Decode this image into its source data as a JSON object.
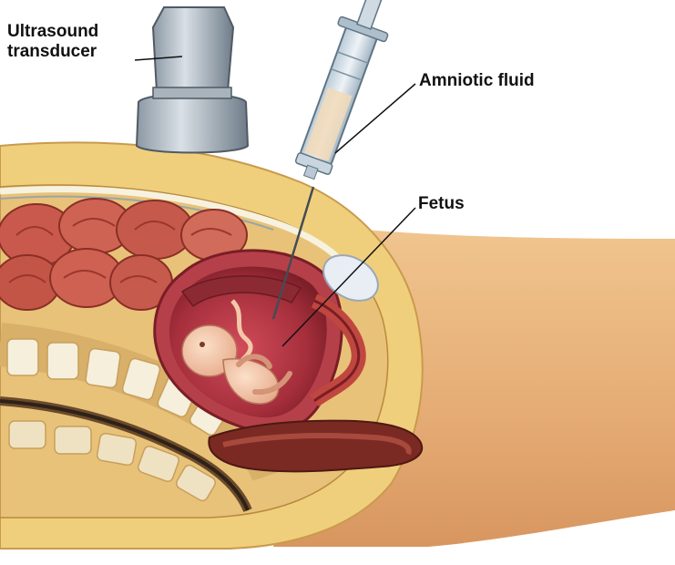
{
  "labels": {
    "transducer_line1": "Ultrasound",
    "transducer_line2": "transducer",
    "amniotic_fluid": "Amniotic fluid",
    "fetus": "Fetus"
  },
  "colors": {
    "skin": "#e9b67e",
    "fat": "#f1d58a",
    "intestine": "#c2554a",
    "uterus": "#a8302a",
    "fetus": "#f0c6a6",
    "bone": "#f5efdc"
  }
}
